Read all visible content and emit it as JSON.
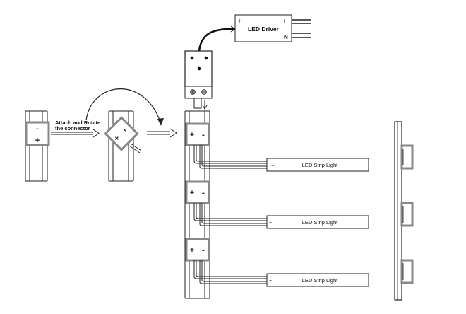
{
  "driver": {
    "label": "LED Driver",
    "plus": "+",
    "minus": "–",
    "line": "L",
    "neutral": "N"
  },
  "instruction": {
    "line1": "Attach and Rotate",
    "line2": "the connector"
  },
  "connector": {
    "plus": "+",
    "minus": "-"
  },
  "strips": [
    {
      "label": "LED Strip Light",
      "polarity": "+–"
    },
    {
      "label": "LED Strip Light",
      "polarity": "+–"
    },
    {
      "label": "LED Strip Light",
      "polarity": "+–"
    }
  ]
}
